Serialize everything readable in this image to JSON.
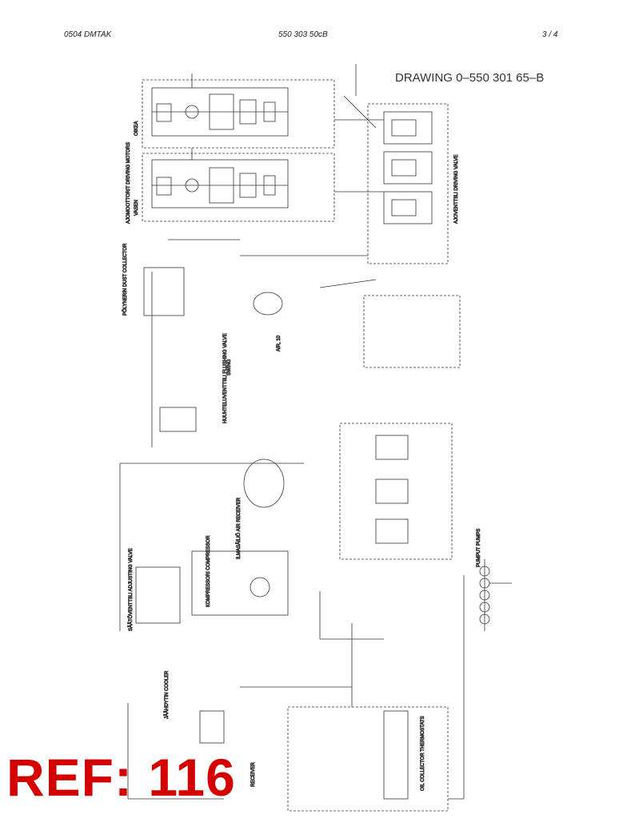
{
  "header": {
    "left": "0504   DMTAK",
    "center": "550 303 50cB",
    "right": "3 /   4"
  },
  "drawing_title": "DRAWING 0–550 301 65–B",
  "stamp": "REF: 116",
  "labels": {
    "driving_valve": "AJOVENTTIILI DRIVING VALVE",
    "driving_motors": "AJOMOOTTORIT DRIVING MOTORS",
    "right": "OIKEA",
    "left": "VASEN",
    "dust_collector": "PÖLYNERIN DUST COLLECTOR",
    "flushing_valve": "HUUHTELUVENTTIILI FLUSHING VALVE",
    "air_receiver": "ILMASÄILIÖ AIR RECEIVER",
    "compressor": "KOMPRESSORI COMPRESSOR",
    "adjusting_valve": "SÄÄTÖVENTTIILI ADJUSTING VALVE",
    "pumps": "PUMPUT PUMPS",
    "cooler": "JÄÄHDYTIN COOLER",
    "receiver": "RECEIVER",
    "oil_thermostats": "OIL COLLECTOR THERMOSTATS",
    "swing": "SWING",
    "air": "AIR, 10"
  }
}
